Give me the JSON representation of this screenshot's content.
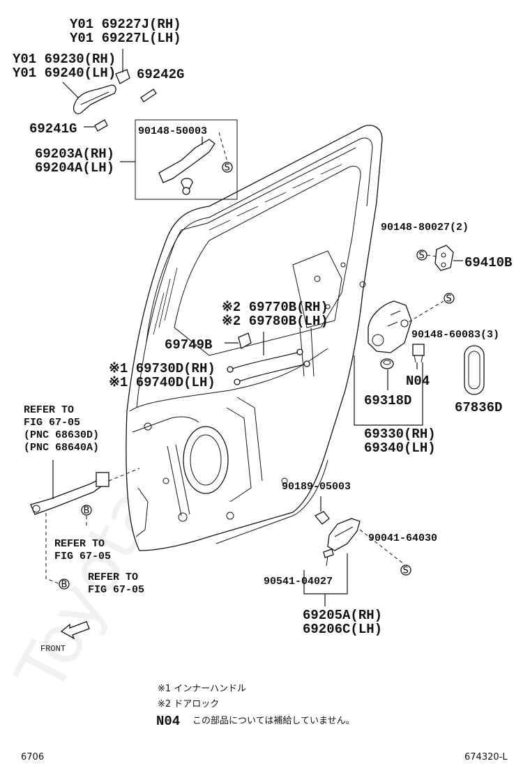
{
  "watermark": "Toyota-tune.ru",
  "callouts": {
    "p1_l1": "Y01 69227J(RH)",
    "p1_l2": "Y01 69227L(LH)",
    "p2_l1": "Y01 69230(RH)",
    "p2_l2": "Y01 69240(LH)",
    "p3": "69242G",
    "p4": "69241G",
    "p5": "90148-50003",
    "p6_l1": "69203A(RH)",
    "p6_l2": "69204A(LH)",
    "p7": "90148-80027(2)",
    "p8": "69410B",
    "p9_l1": "※2 69770B(RH)",
    "p9_l2": "※2 69780B(LH)",
    "p10": "90148-60083(3)",
    "p11": "69749B",
    "p12_l1": "※1 69730D(RH)",
    "p12_l2": "※1 69740D(LH)",
    "p13": "N04",
    "p14": "69318D",
    "p15": "67836D",
    "p16_l1": "69330(RH)",
    "p16_l2": "69340(LH)",
    "p17": "90189-05003",
    "p18": "90041-64030",
    "p19": "90541-04027",
    "p20_l1": "69205A(RH)",
    "p20_l2": "69206C(LH)"
  },
  "references": {
    "r1_l1": "REFER TO",
    "r1_l2": "FIG 67-05",
    "r1_l3": "(PNC 68630D)",
    "r1_l4": "(PNC 68640A)",
    "r2_l1": "REFER TO",
    "r2_l2": "FIG 67-05",
    "r3_l1": "REFER TO",
    "r3_l2": "FIG 67-05"
  },
  "symbols": {
    "s_mark": "S",
    "b_mark": "B"
  },
  "front_label": "FRONT",
  "legend": {
    "note1": "※1 インナーハンドル",
    "note2": "※2 ドアロック",
    "note3_code": "N04",
    "note3_text": "この部品については補給していません。"
  },
  "footer": {
    "left": "6706",
    "right": "674320-L"
  }
}
